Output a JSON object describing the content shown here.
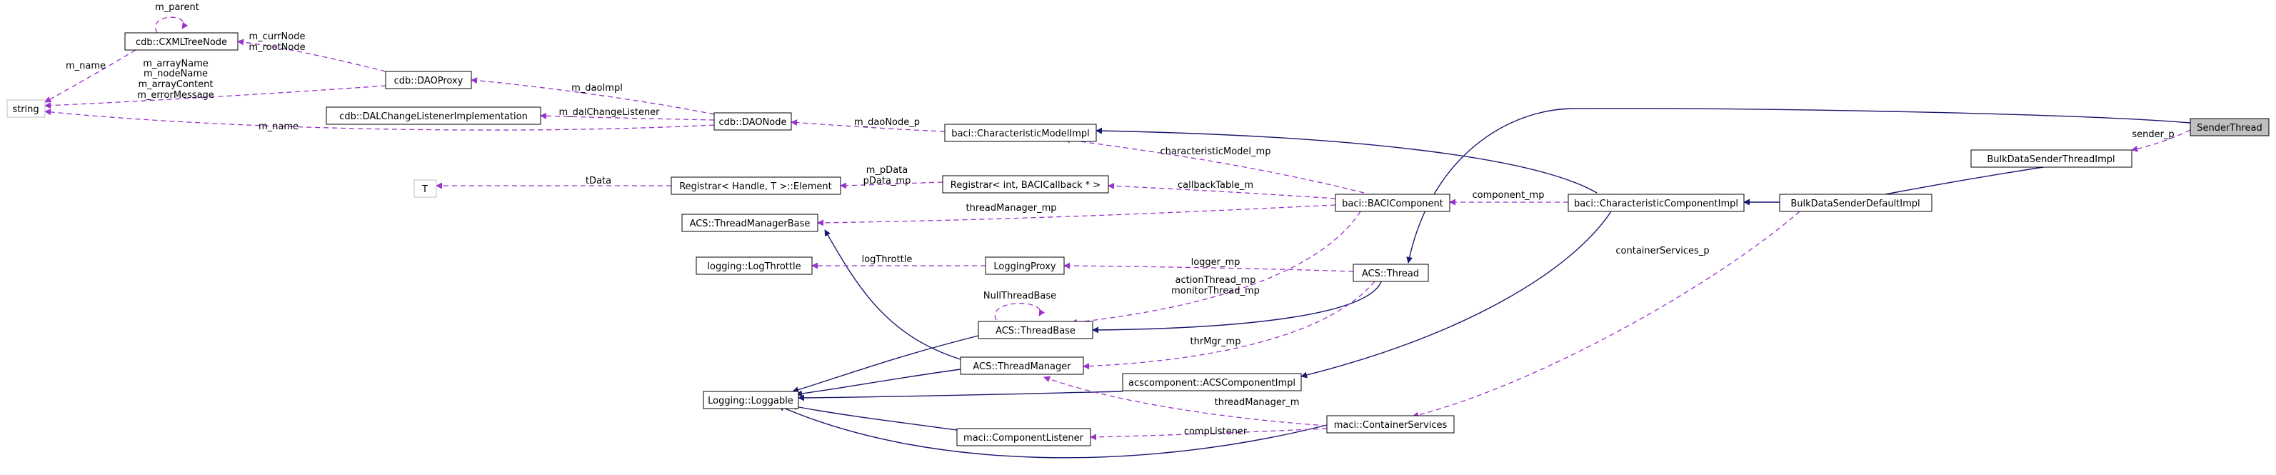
{
  "colors": {
    "inheritance_edge": "#191970",
    "usage_edge": "#9a32cd",
    "focus_node_fill": "#bfbfbf",
    "external_node_border": "#bfbfbf"
  },
  "nodes": {
    "cxml_tree_node": "cdb::CXMLTreeNode",
    "string": "string",
    "dao_proxy": "cdb::DAOProxy",
    "dal_change_listener": "cdb::DALChangeListenerImplementation",
    "dao_node": "cdb::DAONode",
    "characteristic_model": "baci::CharacteristicModelImpl",
    "sender_thread": "SenderThread",
    "bulk_sender_thread": "BulkDataSenderThreadImpl",
    "t": "T",
    "registrar_element": "Registrar< Handle, T >::Element",
    "registrar_baci": "Registrar< int, BACICallback * >",
    "baci_component": "baci::BACIComponent",
    "characteristic_component": "baci::CharacteristicComponentImpl",
    "bulk_sender_default": "BulkDataSenderDefaultImpl",
    "thread_manager_base": "ACS::ThreadManagerBase",
    "log_throttle": "logging::LogThrottle",
    "logging_proxy": "LoggingProxy",
    "acs_thread": "ACS::Thread",
    "thread_base": "ACS::ThreadBase",
    "thread_manager": "ACS::ThreadManager",
    "acs_component": "acscomponent::ACSComponentImpl",
    "loggable": "Logging::Loggable",
    "component_listener": "maci::ComponentListener",
    "container_services": "maci::ContainerServices"
  },
  "edge_labels": {
    "m_parent": "m_parent",
    "m_name_cxml": "m_name",
    "m_currnode": "m_currNode",
    "m_rootnode": "m_rootNode",
    "m_arrayname": "m_arrayName",
    "m_nodename": "m_nodeName",
    "m_arraycontent": "m_arrayContent",
    "m_errormessage": "m_errorMessage",
    "m_daoimpl": "m_daoImpl",
    "m_dalchangelistener": "m_dalChangeListener",
    "m_name_daonode": "m_name",
    "m_daonode_p": "m_daoNode_p",
    "sender_p": "sender_p",
    "characteristicmodel_mp": "characteristicModel_mp",
    "m_pdata": "m_pData",
    "tdata": "tData",
    "pdata_mp": "pData_mp",
    "callbacktable_m": "callbackTable_m",
    "component_mp": "component_mp",
    "threadmanager_mp": "threadManager_mp",
    "containerservices_p": "containerServices_p",
    "logthrottle": "logThrottle",
    "logger_mp": "logger_mp",
    "actionthread_mp": "actionThread_mp",
    "monitorthread_mp": "monitorThread_mp",
    "nullthreadbase": "NullThreadBase",
    "thrmgr_mp": "thrMgr_mp",
    "threadmanager_m": "threadManager_m",
    "complistener": "compListener"
  }
}
